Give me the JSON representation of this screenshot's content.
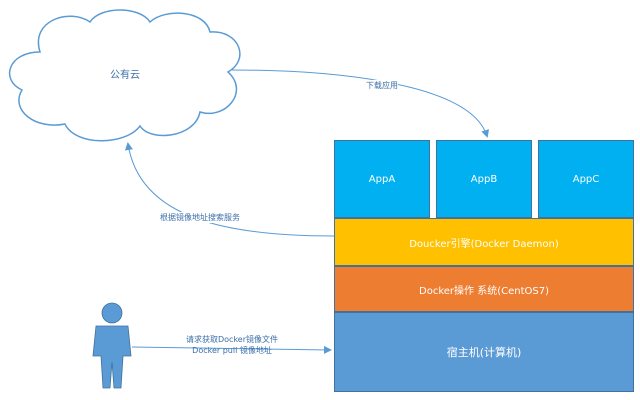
{
  "cloud": {
    "label": "公有云"
  },
  "apps": [
    {
      "label": "AppA"
    },
    {
      "label": "AppB"
    },
    {
      "label": "AppC"
    }
  ],
  "layers": {
    "engine": "Doucker引擎(Docker Daemon)",
    "os": "Docker操作 系统(CentOS7)",
    "host": "宿主机(计算机)"
  },
  "edges": {
    "download": "下载应用",
    "search": "根据镜像地址搜索服务",
    "request_line1": "请求获取Docker镜像文件",
    "request_line2": "Docker pull 镜像地址"
  },
  "colors": {
    "app": "#00b0f0",
    "engine": "#ffc000",
    "os": "#ed7d31",
    "host": "#5b9bd5",
    "person": "#5b9bd5",
    "connector": "#5b9bd5"
  }
}
